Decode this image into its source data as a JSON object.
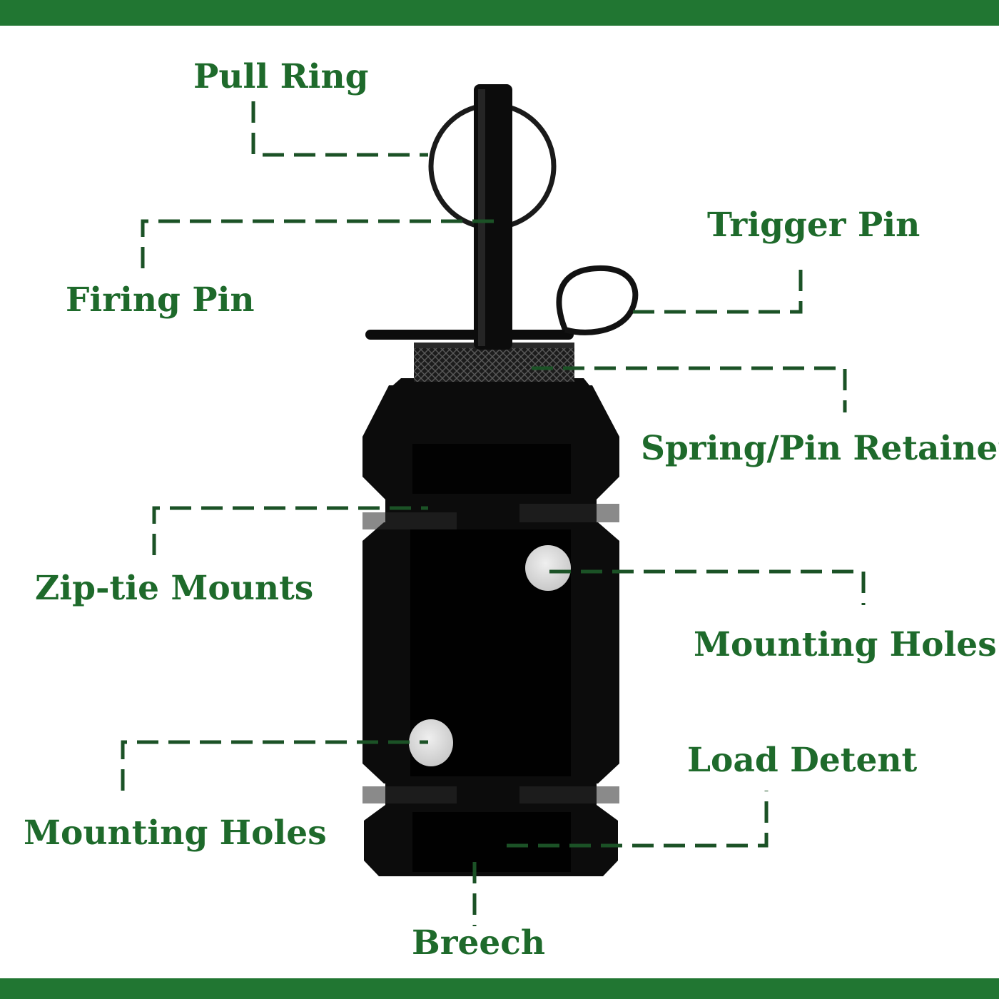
{
  "colors": {
    "band": "#217632",
    "label_text": "#1e6a2b",
    "leader": "#1b5226",
    "body": "#0c0c0c",
    "body_face": "#000000",
    "body_edge": "#2a2a2a",
    "hole": "#c9c9c9"
  },
  "labels": {
    "pull_ring": "Pull Ring",
    "firing_pin": "Firing Pin",
    "trigger_pin": "Trigger Pin",
    "spring_pin_retainer": "Spring/Pin Retainer",
    "zip_tie_mounts": "Zip-tie Mounts",
    "mounting_holes_right": "Mounting Holes",
    "mounting_holes_left": "Mounting Holes",
    "load_detent": "Load Detent",
    "breech": "Breech"
  }
}
